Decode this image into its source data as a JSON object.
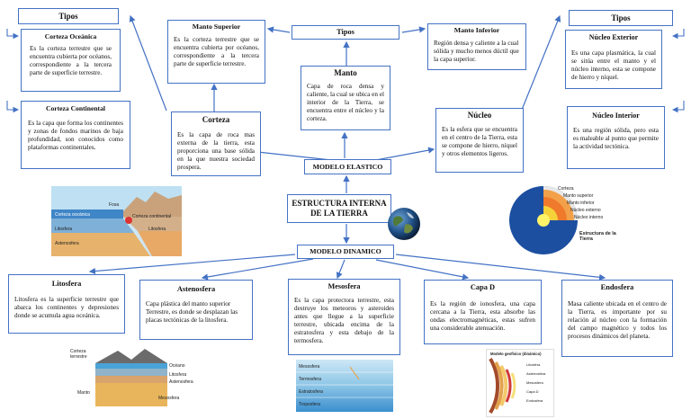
{
  "left_tipos": "Tipos",
  "right_tipos": "Tipos",
  "corteza_oceanica": {
    "title": "Corteza Oceánica",
    "body": "Es la corteza terrestre que se encuentra cubierta por océanos, correspondiente a la tercera parte de superficie terrestre."
  },
  "corteza_continental": {
    "title": "Corteza Continental",
    "body": "Es la capa que forma los continentes y zonas de fondos marinos de baja profundidad, son conocidos como plataformas continentales."
  },
  "manto_superior": {
    "title": "Manto Superior",
    "body": "Es la corteza terrestre que se encuentra cubierta por océanos, correspondiente a la tercera parte de superficie terrestre."
  },
  "tipos_center": "Tipos",
  "manto_inferior": {
    "title": "Manto Inferior",
    "body": "Región densa y caliente a la cual sólida y mucho menos dúctil que la capa superior."
  },
  "manto": {
    "title": "Manto",
    "body": "Capa de roca densa y caliente, la cual se ubica en el interior de la Tierra, se encuentra entre el núcleo y la corteza."
  },
  "corteza": {
    "title": "Corteza",
    "body": "Es la capa de roca mas externa de la tierra, esta proporciona una base sólida en la que nuestra sociedad prospera."
  },
  "nucleo": {
    "title": "Núcleo",
    "body": "Es la esfera que se encuentra en el centro de la Tierra, esta se compone de hierro, níquel y otros elementos ligeros."
  },
  "nucleo_exterior": {
    "title": "Núcleo Exterior",
    "body": "Es una capa plasmática, la cual se sitúa entre el manto y el núcleo interno, esta se compone de hierro y níquel."
  },
  "nucleo_interior": {
    "title": "Núcleo Interior",
    "body": "Es una región sólida, pero esta es maleable al punto que permite la actividad tectónica."
  },
  "modelo_elastico": "MODELO ELASTICO",
  "estructura": "ESTRUCTURA INTERNA DE LA TIERRA",
  "modelo_dinamico": "MODELO DINAMICO",
  "litosfera": {
    "title": "Litosfera",
    "body": "Litosfera es la superficie terrestre que abarca los continentes y depresiones donde se acumula agua oceánica."
  },
  "astenosfera": {
    "title": "Astenosfera",
    "body": "Capa plástica del manto superior Terrestre, es donde se desplazan las placas tectónicas de la litosfera."
  },
  "mesosfera": {
    "title": "Mesosfera",
    "body": "Es la capa protectora terrestre, esta destruye los meteoros y asteroides antes que llegue a la superficie terrestre, ubicada encima de la estratosfera y esta debajo de la termosfera."
  },
  "capa_d": {
    "title": "Capa D",
    "body": "Es la región de ionosfera, una capa cercana a la Tierra, esta absorbe las ondas electromagnéticas, estas sufren una considerable atenuación."
  },
  "endosfera": {
    "title": "Endosfera",
    "body": "Masa caliente ubicada en el centro de la Tierra, es importante por su relación al núcleo con la formación del campo magnético y todos los procesos dinámicos del planeta."
  },
  "img_tectonic": {
    "l1": "Corteza oceánica",
    "l2": "Corteza continental",
    "l3": "Litosfera",
    "l4": "Litosfera",
    "l5": "Astenosfera",
    "l6": "Fosa"
  },
  "img_layers": {
    "title": "Estructura de la Tierra",
    "l1": "Corteza",
    "l2": "Manto superior",
    "l3": "Manto inferior",
    "l4": "Núcleo externo",
    "l5": "Núcleo interno"
  },
  "img_block": {
    "l1": "Corteza terrestre",
    "l2": "Océano",
    "l3": "Litosfera",
    "l4": "Astenosfera",
    "l5": "Manto",
    "l6": "Mesosfera"
  },
  "img_atmos": {
    "l1": "Mesosfera",
    "l2": "Termosfera",
    "l3": "Estratosfera",
    "l4": "Troposfera"
  },
  "img_geo": {
    "title": "Modelo geofísico (dinámico)",
    "l1": "Litosfera",
    "l2": "Astenosfera",
    "l3": "Mesosfera",
    "l4": "Capa D",
    "l5": "Endosfera"
  }
}
